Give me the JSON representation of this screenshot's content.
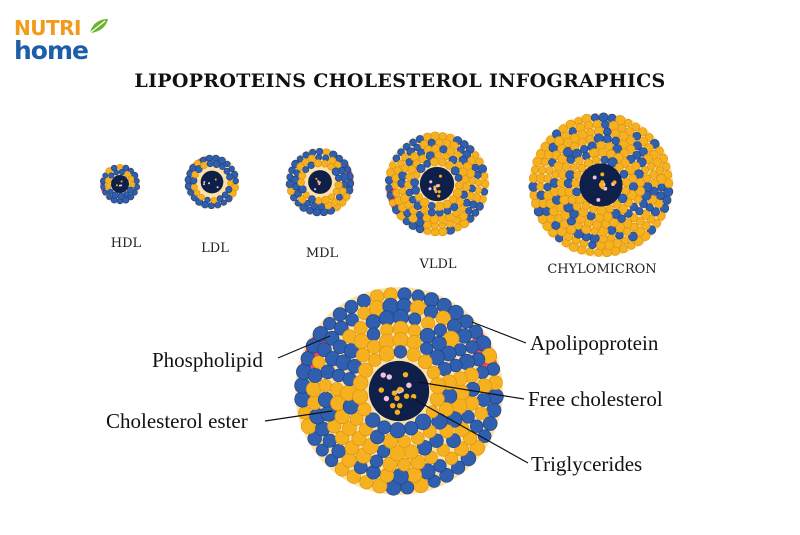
{
  "brand": {
    "line1": "NUTRI",
    "line2": "home",
    "colors": {
      "orange": "#f39a1b",
      "blue": "#1d5ea8",
      "green": "#6ab42d"
    }
  },
  "title": "LIPOPROTEINS CHOLESTEROL INFOGRAPHICS",
  "lipoproteins": [
    {
      "label": "HDL",
      "relative_size": 1.0
    },
    {
      "label": "LDL",
      "relative_size": 1.2
    },
    {
      "label": "MDL",
      "relative_size": 1.5
    },
    {
      "label": "VLDL",
      "relative_size": 2.3
    },
    {
      "label": "CHYLOMICRON",
      "relative_size": 3.1
    }
  ],
  "callouts": {
    "phospholipid": "Phospholipid",
    "cholesterol_ester": "Cholesterol ester",
    "apolipoprotein": "Apolipoprotein",
    "free_cholesterol": "Free cholesterol",
    "triglycerides": "Triglycerides"
  },
  "colors": {
    "blue_bead": "#2f5fae",
    "orange_bead": "#f5b11f",
    "core": "#0e1f4a",
    "shell": "#fde2a8",
    "apoprotein": "#e8456b"
  }
}
